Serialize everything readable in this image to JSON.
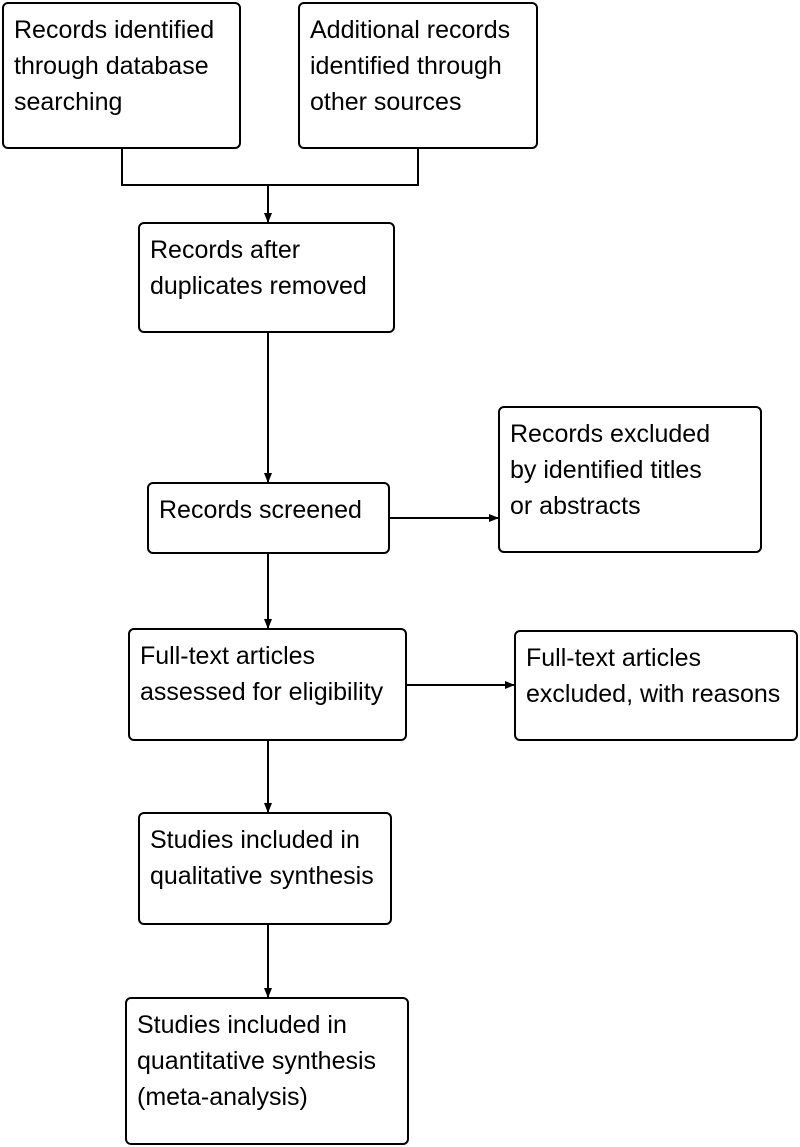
{
  "boxes": {
    "database_search": {
      "lines": [
        "Records identified",
        "through database",
        "searching"
      ]
    },
    "other_sources": {
      "lines": [
        "Additional records",
        "identified through",
        "other sources"
      ]
    },
    "duplicates_removed": {
      "lines": [
        "Records after",
        "duplicates removed"
      ]
    },
    "screened": {
      "lines": [
        "Records screened"
      ]
    },
    "excluded_titles": {
      "lines": [
        "Records excluded",
        "by identified titles",
        "or abstracts"
      ]
    },
    "full_text": {
      "lines": [
        "Full-text articles",
        "assessed for eligibility"
      ]
    },
    "full_text_excluded": {
      "lines": [
        "Full-text articles",
        "excluded, with reasons"
      ]
    },
    "qualitative": {
      "lines": [
        "Studies included in",
        "qualitative synthesis"
      ]
    },
    "quantitative": {
      "lines": [
        "Studies included in",
        "quantitative synthesis",
        "(meta-analysis)"
      ]
    }
  },
  "colors": {
    "stroke": "#000000",
    "background": "#ffffff"
  }
}
